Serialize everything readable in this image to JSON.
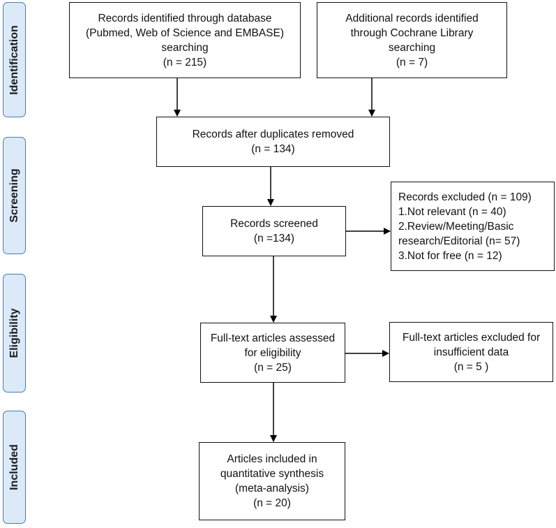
{
  "phases": {
    "identification": "Identification",
    "screening": "Screening",
    "eligibility": "Eligibility",
    "included": "Included"
  },
  "boxes": {
    "database_records": [
      "Records identified through database",
      "(Pubmed, Web of Science and EMBASE)",
      "searching",
      "(n = 215)"
    ],
    "additional_records": [
      "Additional records identified",
      "through Cochrane Library",
      "searching",
      "(n = 7)"
    ],
    "duplicates_removed": [
      "Records after duplicates removed",
      "(n = 134)"
    ],
    "screened": [
      "Records screened",
      "(n =134)"
    ],
    "excluded": [
      "Records excluded (n = 109)",
      "1.Not relevant (n = 40)",
      "2.Review/Meeting/Basic",
      "research/Editorial (n= 57)",
      "3.Not for free (n = 12)"
    ],
    "fulltext_assessed": [
      "Full-text articles assessed",
      "for eligibility",
      "(n = 25)"
    ],
    "fulltext_excluded": [
      "Full-text articles excluded for",
      "insufficient data",
      "(n = 5 )"
    ],
    "included": [
      "Articles included in",
      "quantitative synthesis",
      "(meta-analysis)",
      "(n = 20)"
    ]
  }
}
